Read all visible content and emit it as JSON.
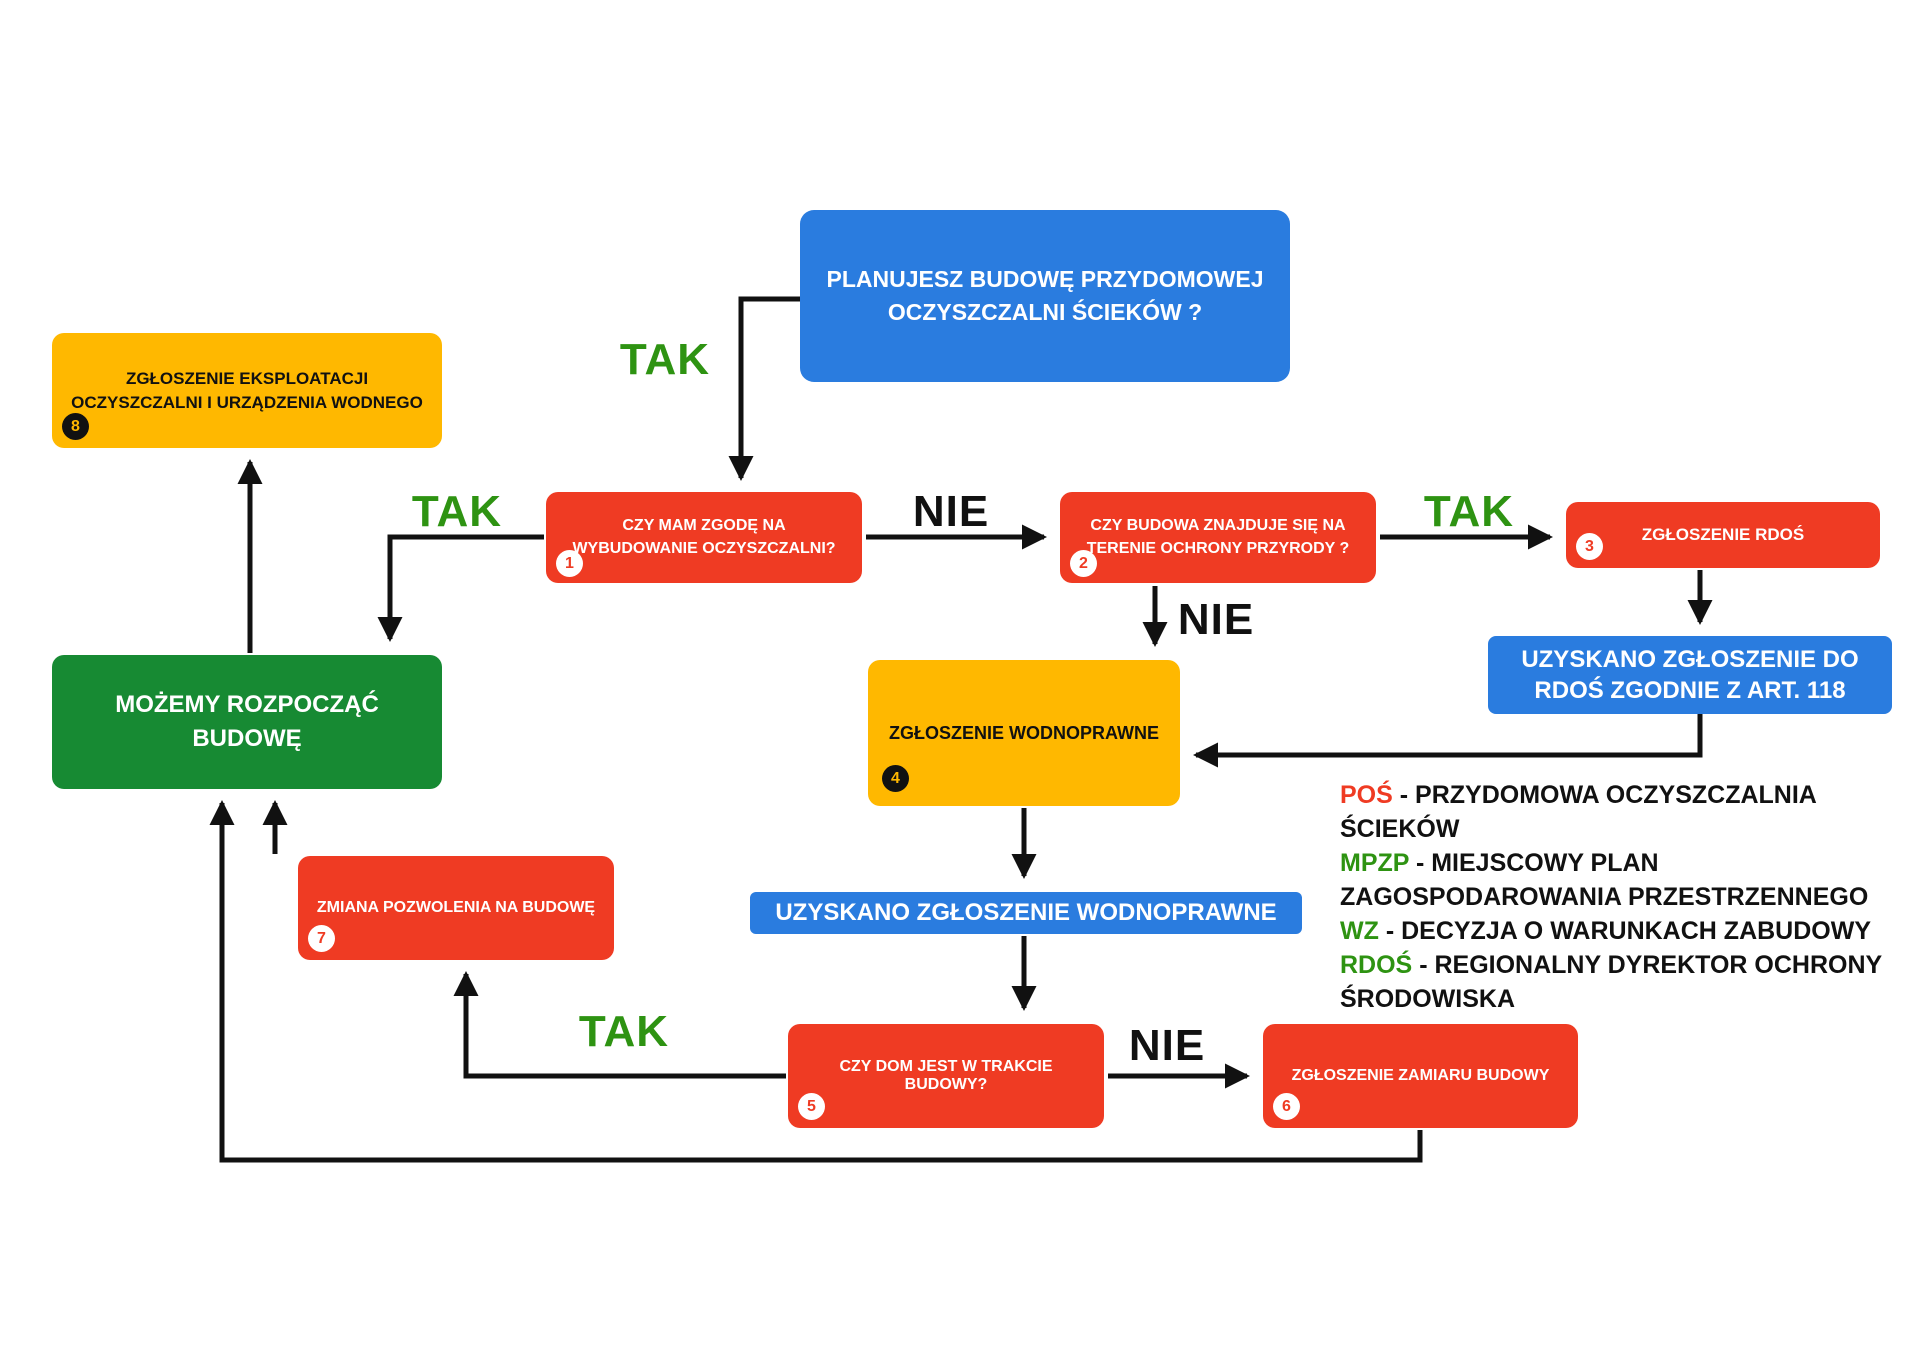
{
  "title": "Schemat: budowa przydomowej oczyszczalni ścieków",
  "colors": {
    "blue": "#2a7cdf",
    "red": "#ef3b23",
    "yellow": "#ffb800",
    "green_box": "#178a33",
    "green_text": "#2e9312",
    "arrow_black": "#111111"
  },
  "nodes": {
    "start": {
      "label": "PLANUJESZ BUDOWĘ PRZYDOMOWEJ OCZYSZCZALNI ŚCIEKÓW ?"
    },
    "n1": {
      "num": "1",
      "label": "CZY MAM ZGODĘ NA WYBUDOWANIE OCZYSZCZALNI?"
    },
    "n2": {
      "num": "2",
      "label": "CZY BUDOWA ZNAJDUJE SIĘ NA TERENIE OCHRONY PRZYRODY ?"
    },
    "n3": {
      "num": "3",
      "label": "ZGŁOSZENIE RDOŚ"
    },
    "rdos_ok": {
      "label": "UZYSKANO ZGŁOSZENIE DO RDOŚ ZGODNIE Z ART. 118"
    },
    "n4": {
      "num": "4",
      "label": "ZGŁOSZENIE WODNOPRAWNE"
    },
    "wodno_ok": {
      "label": "UZYSKANO ZGŁOSZENIE WODNOPRAWNE"
    },
    "n5": {
      "num": "5",
      "label": "CZY DOM JEST W TRAKCIE BUDOWY?"
    },
    "n6": {
      "num": "6",
      "label": "ZGŁOSZENIE ZAMIARU BUDOWY"
    },
    "n7": {
      "num": "7",
      "label": "ZMIANA POZWOLENIA NA BUDOWĘ"
    },
    "n8": {
      "num": "8",
      "label": "ZGŁOSZENIE EKSPLOATACJI OCZYSZCZALNI I URZĄDZENIA WODNEGO"
    },
    "go": {
      "label": "MOŻEMY ROZPOCZĄĆ BUDOWĘ"
    }
  },
  "edge_labels": {
    "tak_from_start": "TAK",
    "tak_1_go": "TAK",
    "nie_1_2": "NIE",
    "tak_2_3": "TAK",
    "nie_2_4": "NIE",
    "tak_5_7": "TAK",
    "nie_5_6": "NIE"
  },
  "legend": {
    "items": [
      {
        "abbr": "POŚ",
        "definition": "- PRZYDOMOWA OCZYSZCZALNIA ŚCIEKÓW",
        "color": "#ef3b23"
      },
      {
        "abbr": "MPZP",
        "definition": "- MIEJSCOWY PLAN ZAGOSPODAROWANIA PRZESTRZENNEGO",
        "color": "#2e9312"
      },
      {
        "abbr": "WZ",
        "definition": "- DECYZJA O WARUNKACH ZABUDOWY",
        "color": "#2e9312"
      },
      {
        "abbr": "RDOŚ",
        "definition": "- REGIONALNY DYREKTOR OCHRONY ŚRODOWISKA",
        "color": "#2e9312"
      }
    ]
  }
}
